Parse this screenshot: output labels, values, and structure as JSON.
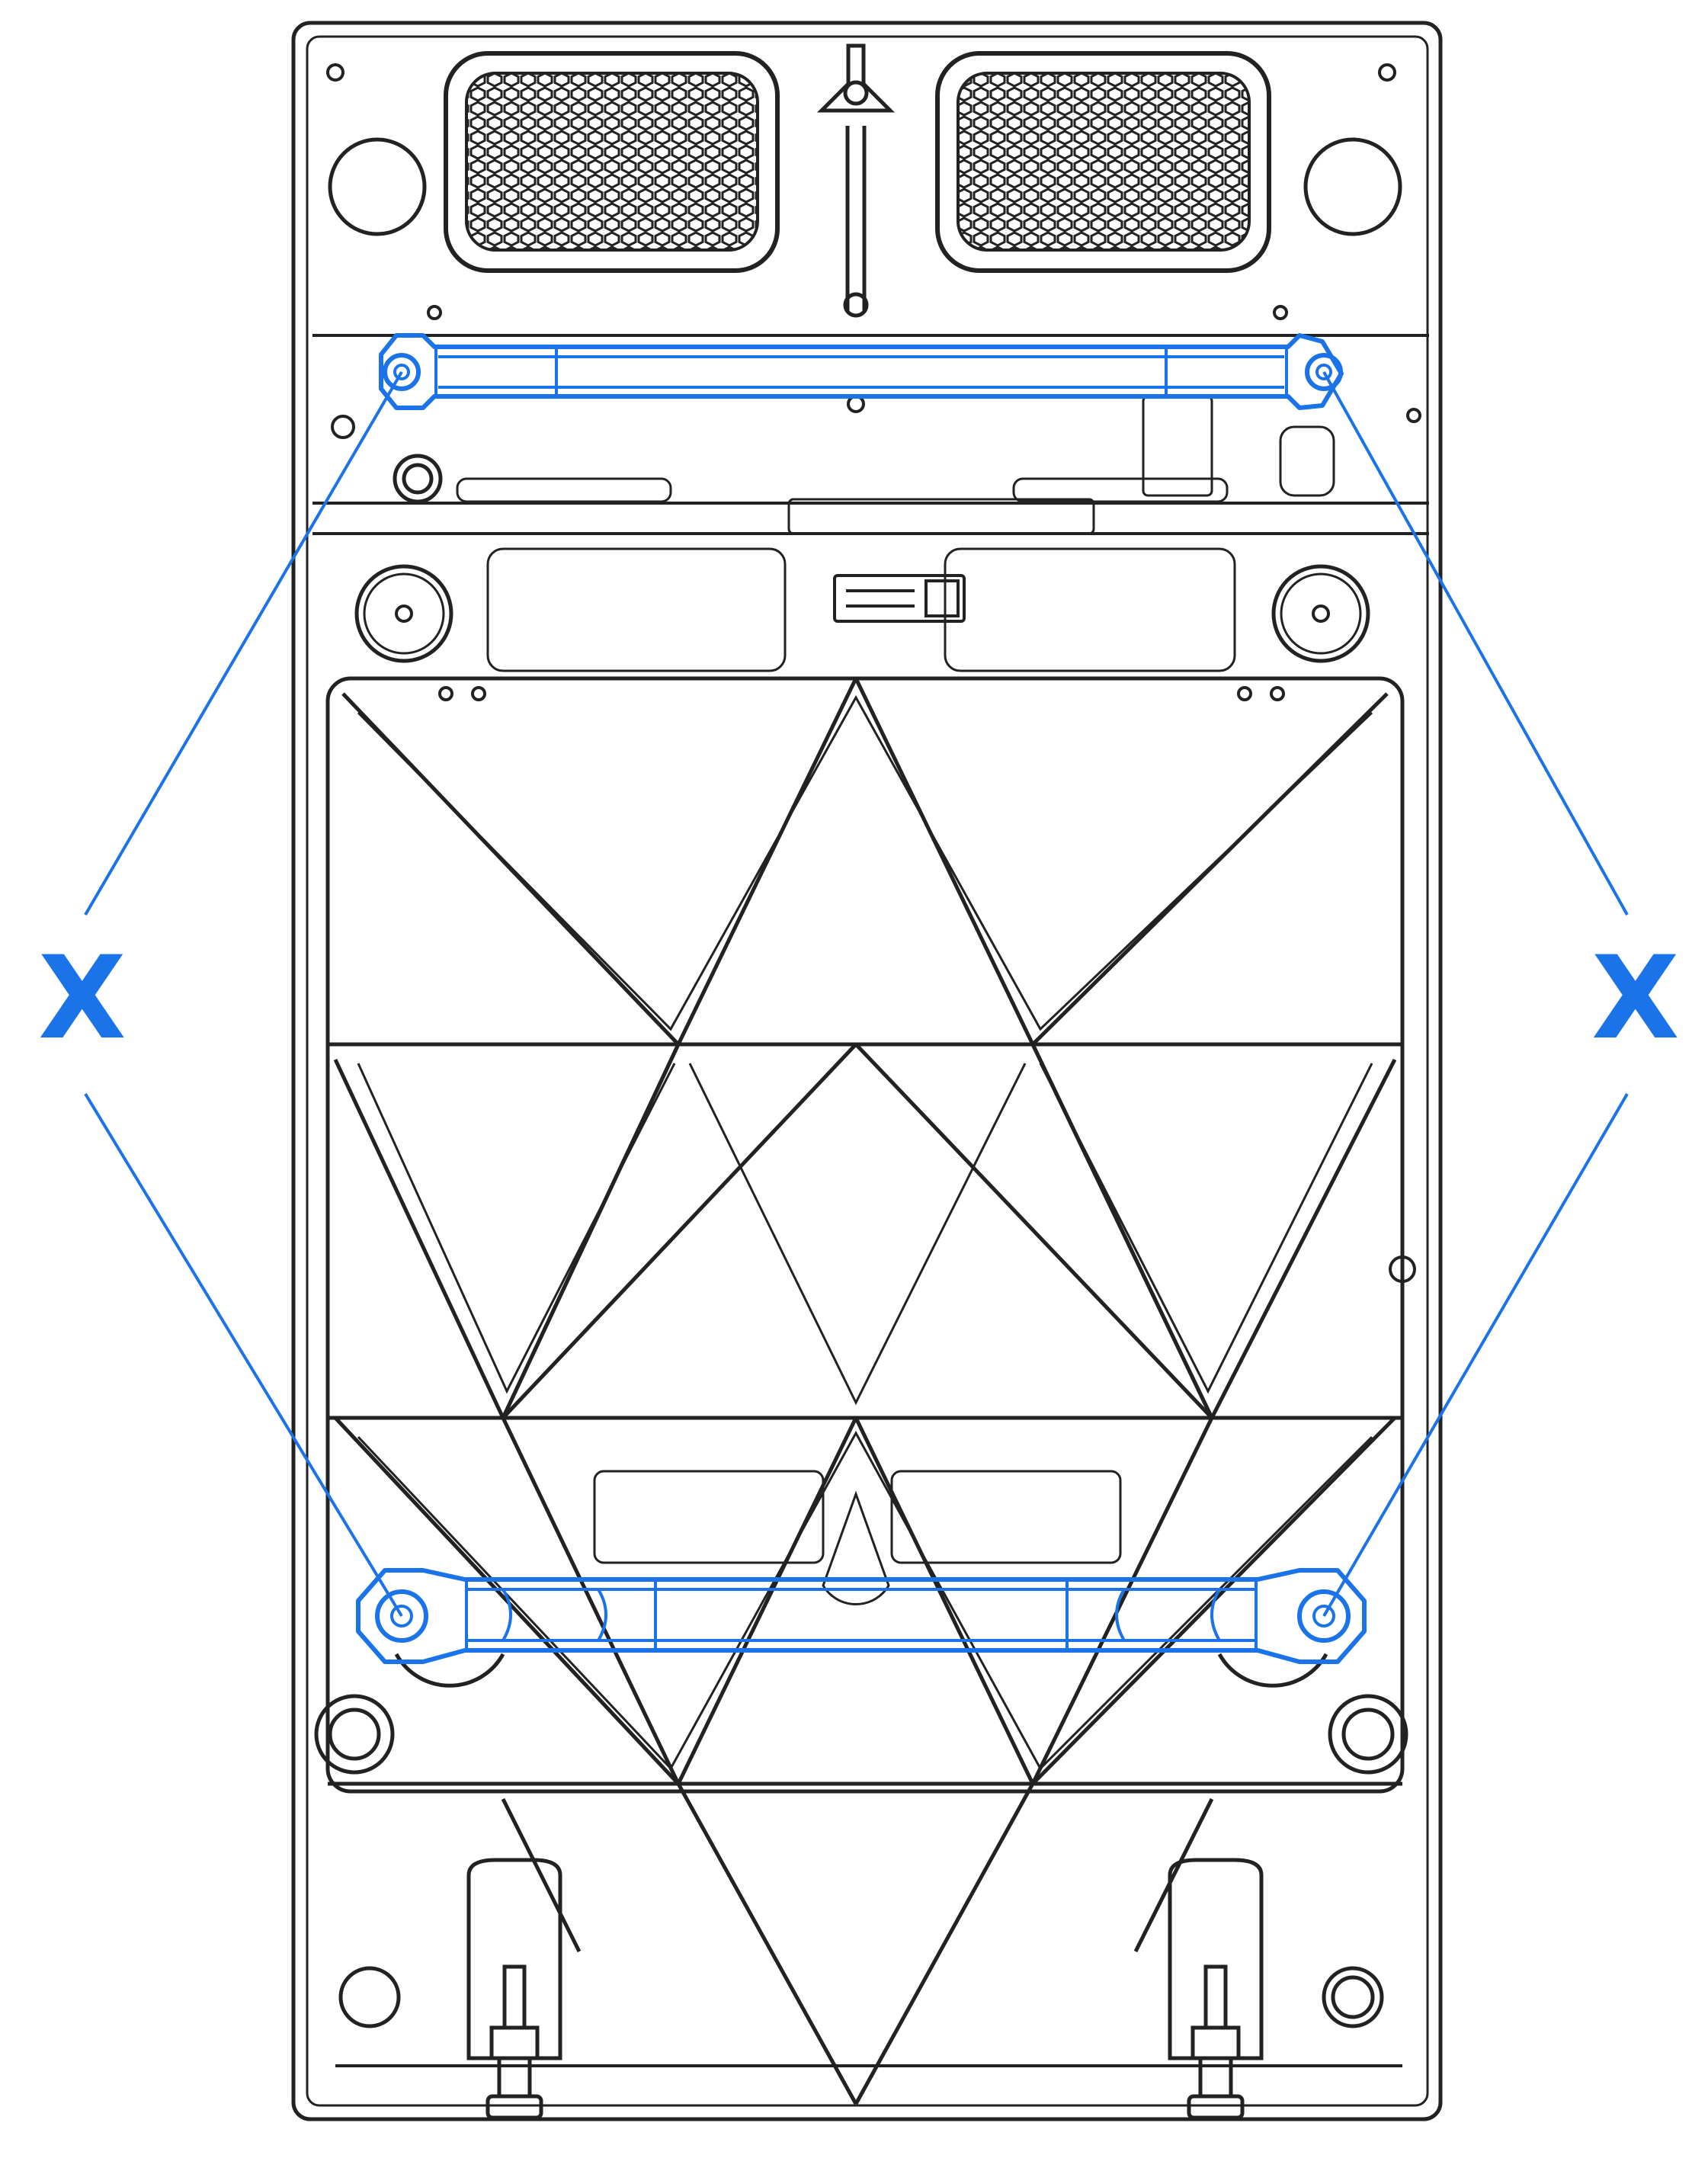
{
  "labels": {
    "left": "X",
    "right": "X"
  },
  "colors": {
    "line_art": "#222222",
    "highlight": "#1a73e8",
    "background": "#ffffff"
  },
  "parts": {
    "highlighted": [
      "upper-bracket",
      "lower-bracket"
    ],
    "icons": [
      "vent-grille-icon",
      "screw-icon",
      "foot-icon"
    ]
  }
}
